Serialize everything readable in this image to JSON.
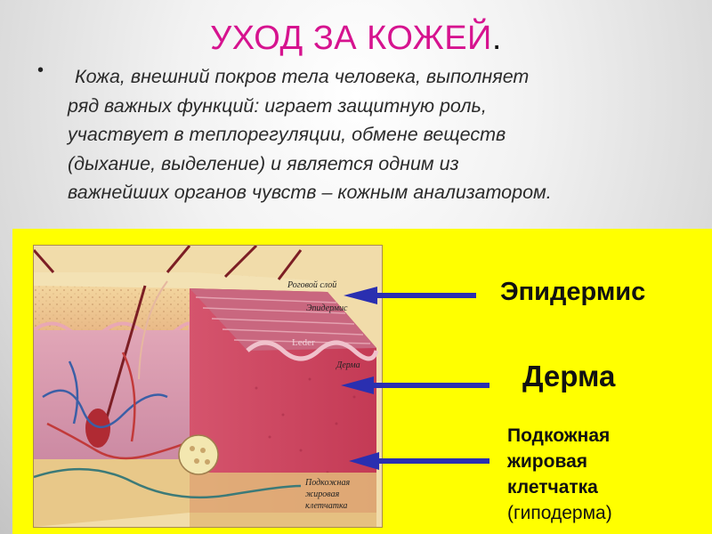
{
  "slide": {
    "title": "УХОД ЗА КОЖЕЙ",
    "title_dot": ".",
    "bullet": "•",
    "paragraph_lines": [
      "Кожа, внешний покров тела человека, выполняет",
      "ряд важных функций: играет защитную роль,",
      "участвует в теплорегуляции, обмене веществ",
      "(дыхание, выделение) и является одним из",
      "важнейших органов чувств – кожным анализатором."
    ]
  },
  "diagram": {
    "image_labels": {
      "stratum_corneum": "Роговой слой",
      "epidermis": "Эпидермис",
      "leder": "Leder",
      "dermis": "Дерма",
      "hypodermis_lines": [
        "Подкожная",
        "жировая",
        "клетчатка"
      ]
    },
    "callouts": {
      "epidermis": "Эпидермис",
      "dermis": "Дерма",
      "hypodermis_lines": [
        "Подкожная",
        "жировая",
        "клетчатка",
        "(гиподерма)"
      ]
    },
    "colors": {
      "title": "#d6138f",
      "panel": "#ffff00",
      "arrow": "#2a2fb0"
    }
  }
}
